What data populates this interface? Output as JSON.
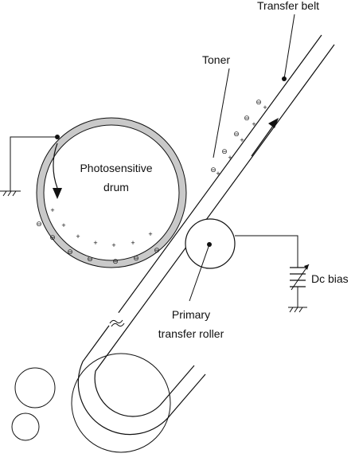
{
  "labels": {
    "transfer_belt": "Transfer belt",
    "toner": "Toner",
    "drum_line1": "Photosensitive",
    "drum_line2": "drum",
    "dc_bias": "Dc bias",
    "roller_line1": "Primary",
    "roller_line2": "transfer roller"
  },
  "symbols": {
    "negative": "⊖",
    "positive": "+"
  },
  "colors": {
    "drum_coating": "#c9c9c9",
    "ink": "#111111",
    "background": "#ffffff"
  }
}
